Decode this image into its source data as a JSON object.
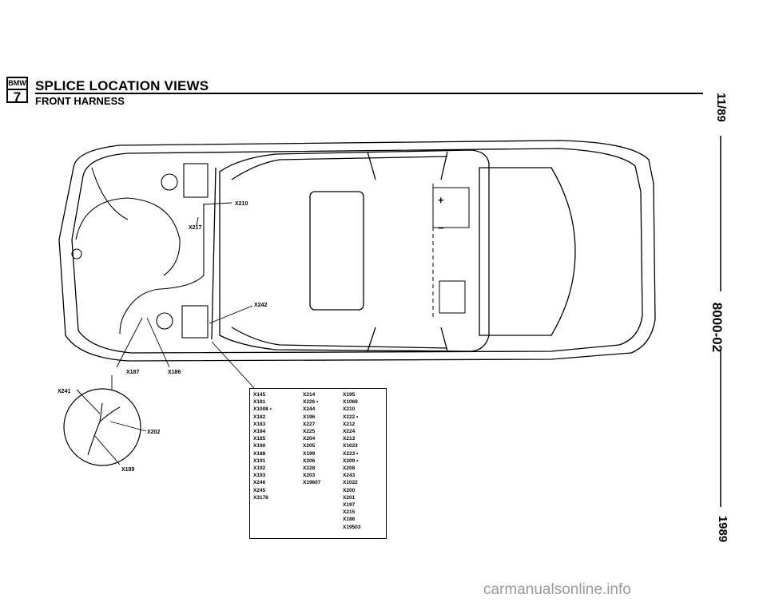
{
  "header": {
    "logo_brand": "BMW",
    "logo_model": "7",
    "title": "SPLICE LOCATION VIEWS",
    "subtitle": "FRONT HARNESS"
  },
  "side_margin": {
    "date": "11/89",
    "code": "8000-02",
    "year": "1989"
  },
  "diagram_labels": {
    "x210": "X210",
    "x217": "X217",
    "x242": "X242",
    "x187": "X187",
    "x186": "X186",
    "x241": "X241",
    "x202": "X202",
    "x189": "X189"
  },
  "splice_table": {
    "col1": [
      "X145",
      "X181",
      "X1008 •",
      "X182",
      "X183",
      "X184",
      "X185",
      "X190",
      "X188",
      "X191",
      "X192",
      "X193",
      "X246",
      "X245",
      "X3178"
    ],
    "col2": [
      "X214",
      "X226 •",
      "X244",
      "X196",
      "X227",
      "X225",
      "X204",
      "X205",
      "X199",
      "X206",
      "X228",
      "X203",
      "X19607"
    ],
    "col3": [
      "X195",
      "X1069",
      "X210",
      "X222 •",
      "X212",
      "X224",
      "X213",
      "X1023",
      "X223 •",
      "X209 •",
      "X208",
      "X243",
      "X1022",
      "X200",
      "X201",
      "X197",
      "X215",
      "X186",
      "X19503"
    ]
  },
  "footer": {
    "watermark": "carmanualsonline.info"
  },
  "colors": {
    "ink": "#000000",
    "watermark": "#9a9a9a"
  }
}
